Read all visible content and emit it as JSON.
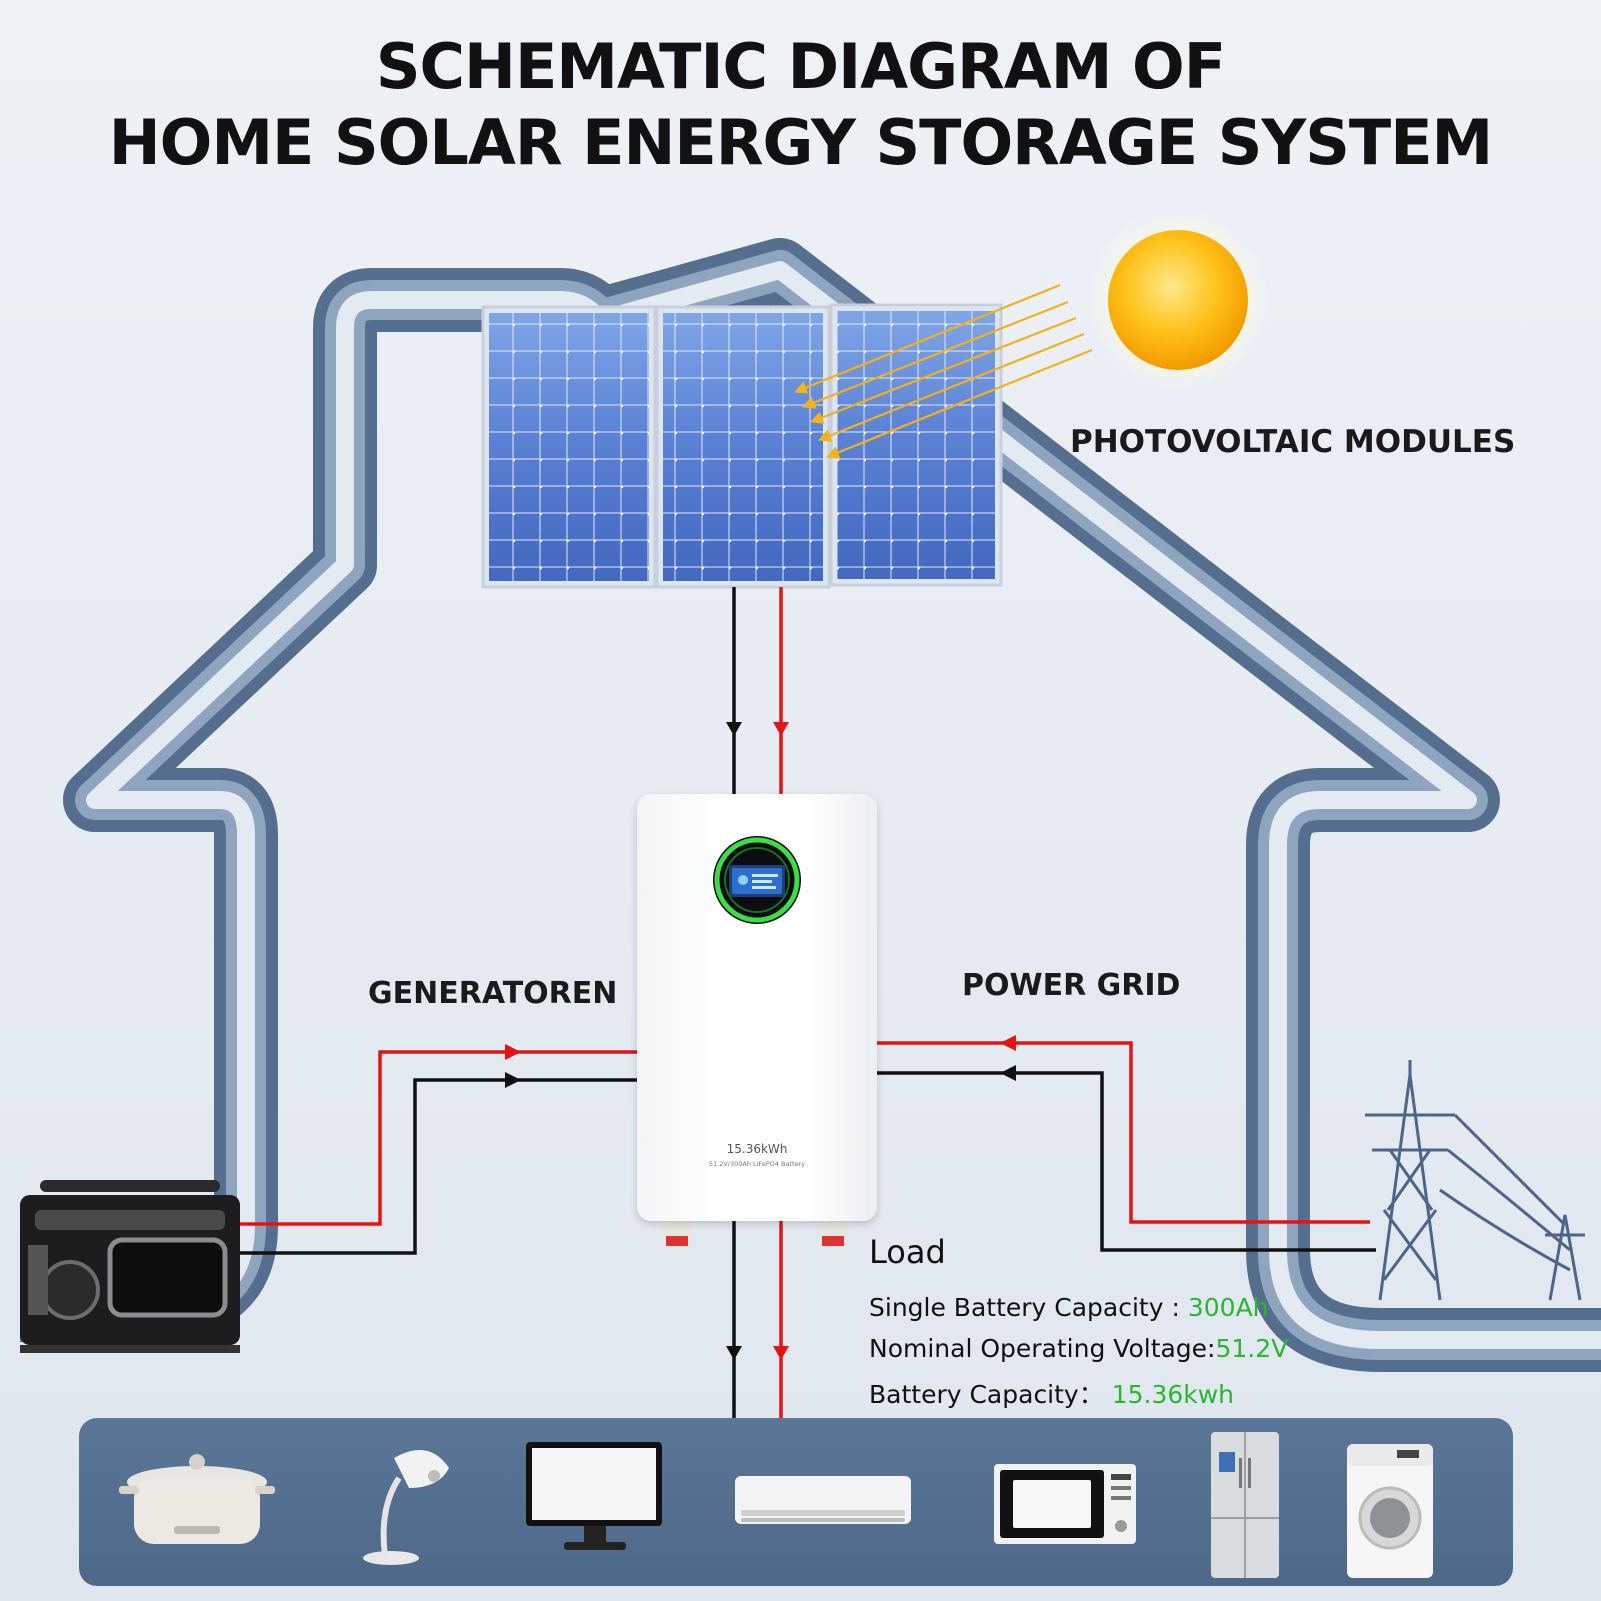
{
  "title": {
    "line1": "SCHEMATIC DIAGRAM OF",
    "line2": "HOME SOLAR ENERGY STORAGE SYSTEM"
  },
  "labels": {
    "photovoltaic": "PHOTOVOLTAIC MODULES",
    "generator": "GENERATOREN",
    "power_grid": "POWER GRID",
    "load": "Load"
  },
  "specs": [
    {
      "label": "Single Battery Capacity : ",
      "value": "300Ah"
    },
    {
      "label": "Nominal Operating Voltage:",
      "value": "51.2V"
    },
    {
      "label": "Battery Capacity： ",
      "value": "15.36kwh"
    }
  ],
  "battery": {
    "capacity": "15.36kWh",
    "subtitle": "51.2V/300Ah LiFePO4 Battery"
  },
  "appliances": [
    "rice-cooker-icon",
    "desk-lamp-icon",
    "monitor-icon",
    "air-conditioner-icon",
    "microwave-icon",
    "refrigerator-icon",
    "washing-machine-icon"
  ],
  "colors": {
    "positive_wire": "#e21414",
    "negative_wire": "#111111",
    "value_green": "#2bb531",
    "house_outline": "#6a819f",
    "appliance_bar": "#55708f"
  }
}
